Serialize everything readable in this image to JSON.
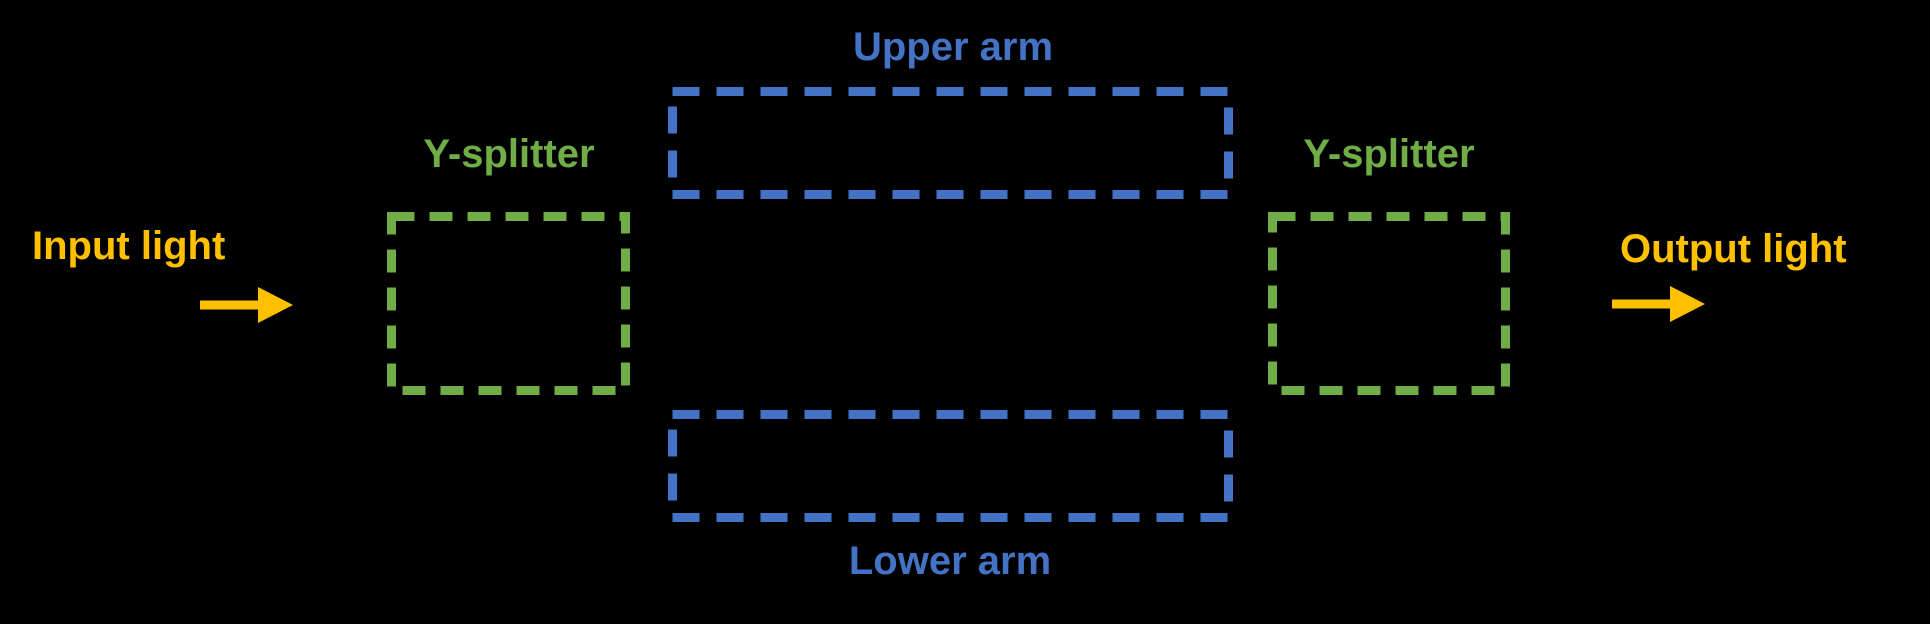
{
  "labels": {
    "input_light": "Input light",
    "output_light": "Output light",
    "upper_arm": "Upper arm",
    "lower_arm": "Lower arm",
    "y_splitter_left": "Y-splitter",
    "y_splitter_right": "Y-splitter"
  },
  "colors": {
    "background": "#000000",
    "arm-blue": "#4472C4",
    "splitter-green": "#70AD47",
    "light-orange": "#FFC000"
  }
}
